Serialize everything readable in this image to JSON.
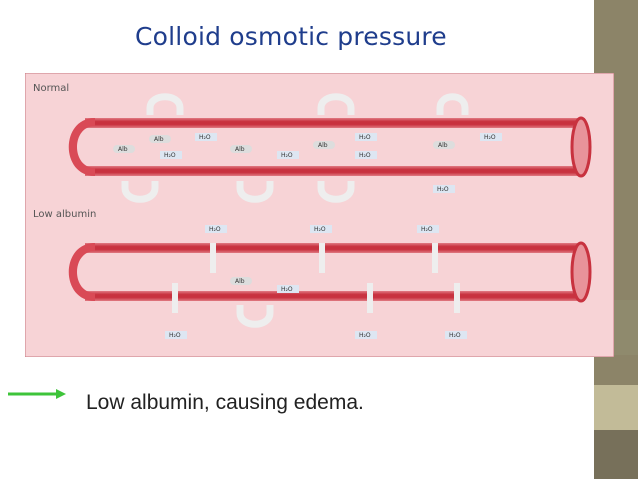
{
  "slide": {
    "title": "Colloid osmotic pressure",
    "caption": "Low albumin, causing edema."
  },
  "diagram": {
    "normal_label": "Normal",
    "low_label": "Low albumin",
    "alb": "Alb",
    "h2o": "H₂O"
  },
  "colors": {
    "title": "#1f3d8c",
    "sidebar": "#8c8468",
    "sidebar_accent": "#c2bb98",
    "diagram_bg": "#f7d3d6",
    "vessel": "#c8323f",
    "arrow": "#3ec43a"
  }
}
